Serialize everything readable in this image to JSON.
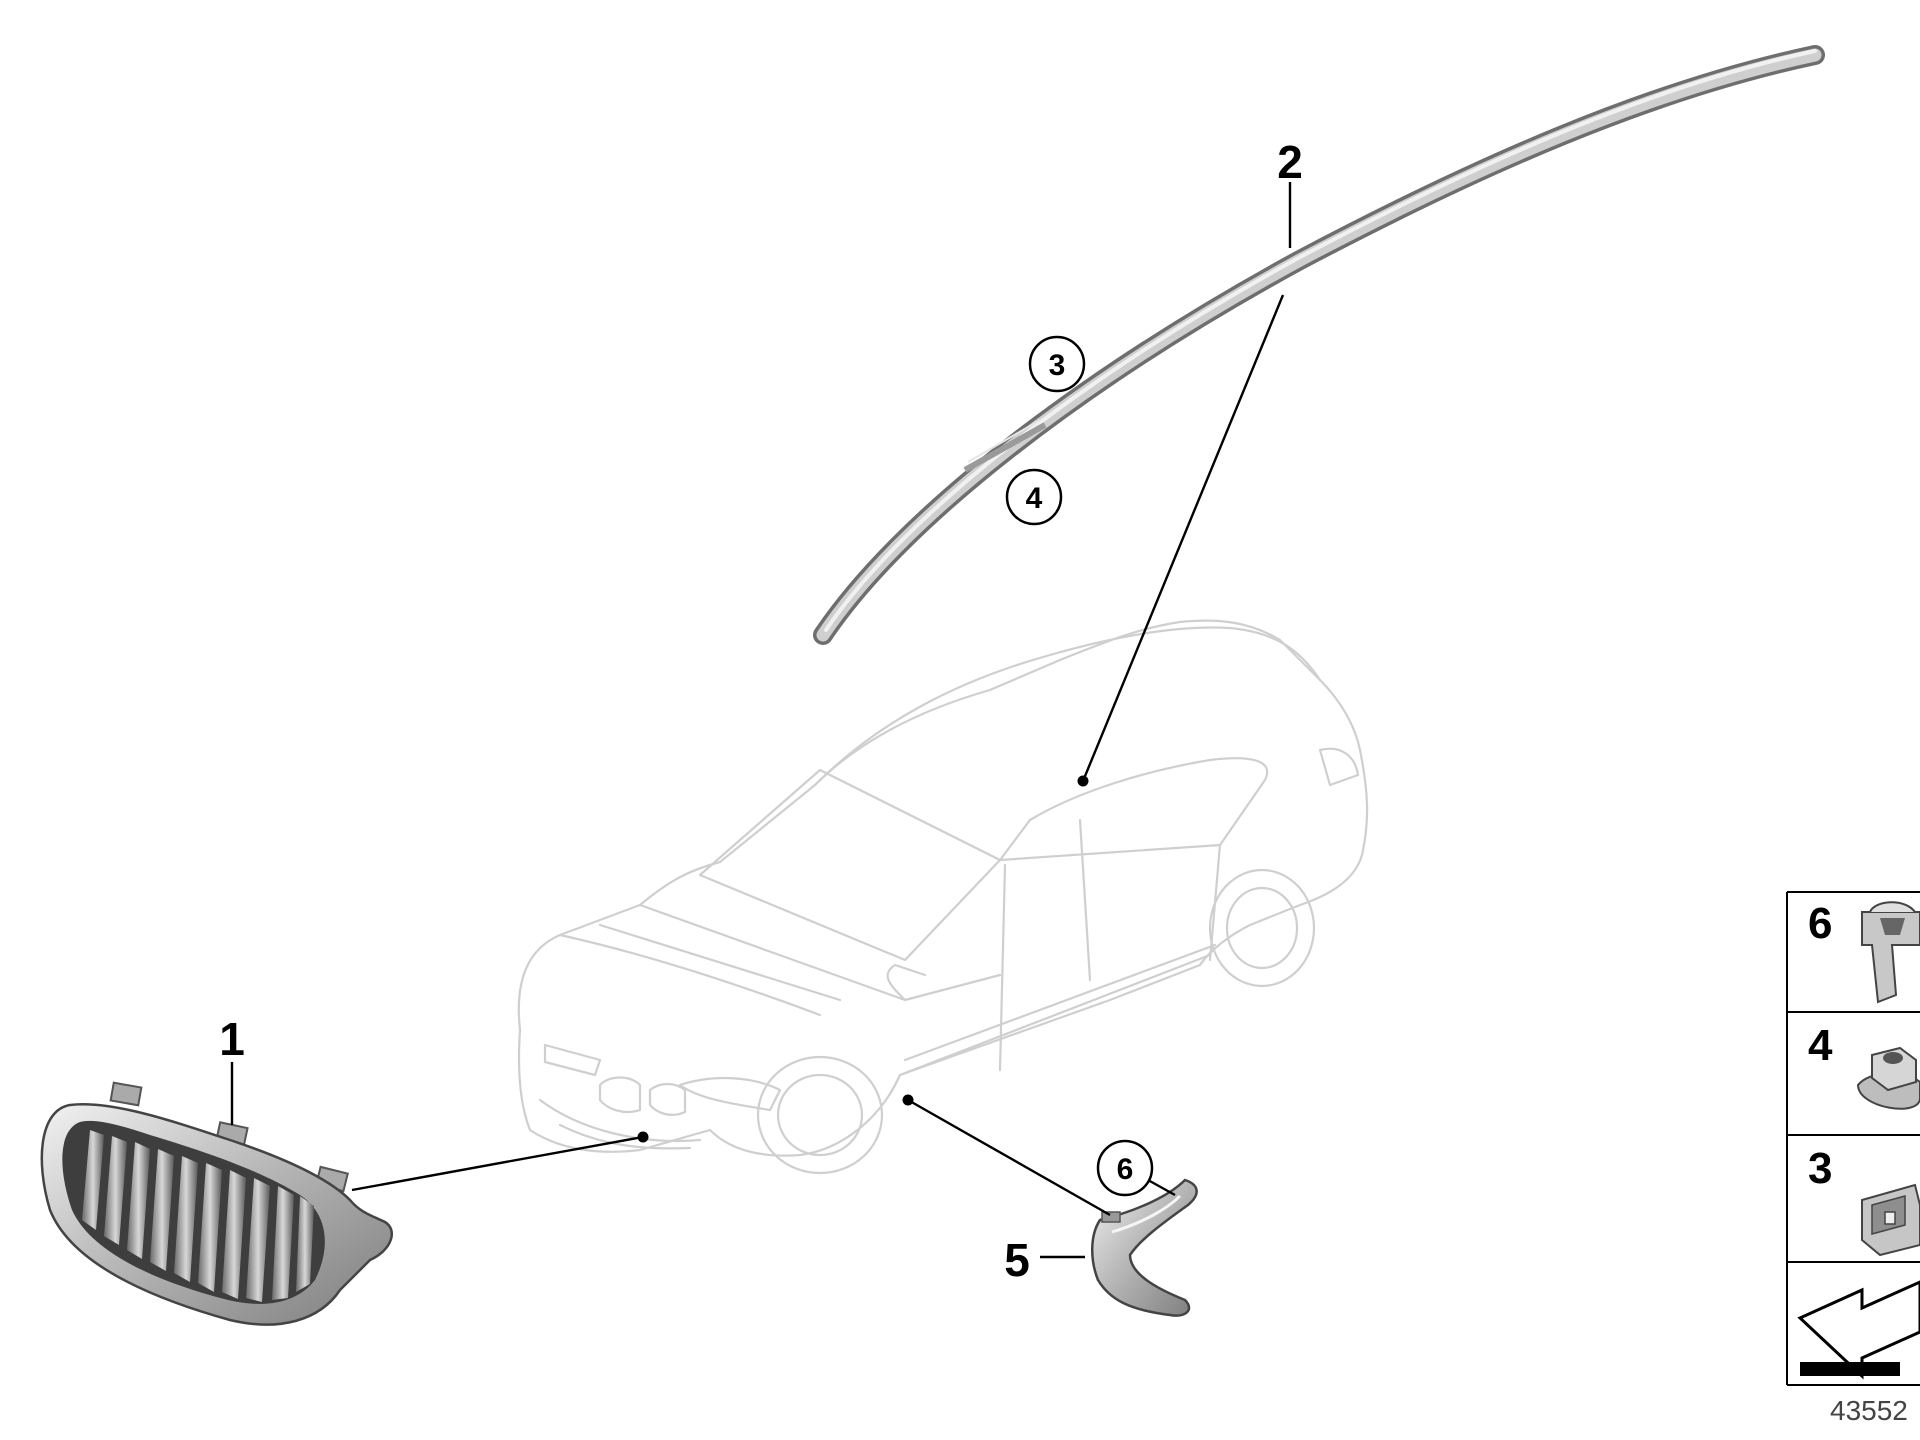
{
  "diagram": {
    "callouts": {
      "grille": "1",
      "roof_moulding": "2",
      "moulding_clip": "3",
      "moulding_nut": "4",
      "side_trim": "5",
      "side_trim_clip": "6"
    },
    "legend": {
      "rows": [
        {
          "number": "6",
          "part_icon": "expanding-rivet-icon"
        },
        {
          "number": "4",
          "part_icon": "flange-nut-icon"
        },
        {
          "number": "3",
          "part_icon": "clip-icon"
        },
        {
          "number": "",
          "part_icon": "protective-film-arrow-icon"
        }
      ]
    },
    "reference_id": "43552"
  }
}
